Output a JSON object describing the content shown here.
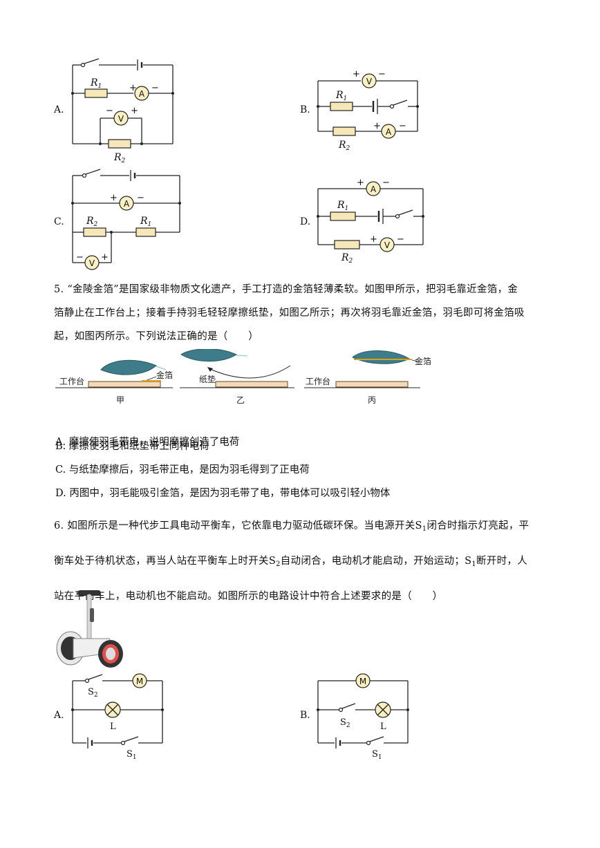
{
  "q4": {
    "options": [
      {
        "letter": "A.",
        "r1": "R",
        "r1sub": "1",
        "r2": "R",
        "r2sub": "2",
        "ammeter": "A",
        "voltmeter": "V"
      },
      {
        "letter": "B.",
        "r1": "R",
        "r1sub": "1",
        "r2": "R",
        "r2sub": "2",
        "ammeter": "A",
        "voltmeter": "V"
      },
      {
        "letter": "C.",
        "r1": "R",
        "r1sub": "1",
        "r2": "R",
        "r2sub": "2",
        "ammeter": "A",
        "voltmeter": "V"
      },
      {
        "letter": "D.",
        "r1": "R",
        "r1sub": "1",
        "r2": "R",
        "r2sub": "2",
        "ammeter": "A",
        "voltmeter": "V"
      }
    ],
    "plus": "+",
    "minus": "−"
  },
  "q5": {
    "line1": "5. “金陵金箔”是国家级非物质文化遗产，手工打造的金箔轻薄柔软。如图甲所示，把羽毛靠近金箔，金",
    "line2": "箔静止在工作台上；接着手持羽毛轻轻摩擦纸垫，如图乙所示；再次将羽毛靠近金箔，羽毛即可将金箔吸",
    "line3": "起，如图丙所示。下列说法正确的是（　　）",
    "figure": {
      "workbench": "工作台",
      "foil": "金箔",
      "pad": "纸垫",
      "cap_jia": "甲",
      "cap_yi": "乙",
      "cap_bing": "丙"
    },
    "options": [
      "A. 摩擦使羽毛带电，说明摩擦创造了电荷",
      "B. 摩擦使羽毛和纸垫带上同种电荷",
      "C. 与纸垫摩擦后，羽毛带正电，是因为羽毛得到了正电荷",
      "D. 丙图中，羽毛能吸引金箔，是因为羽毛带了电，带电体可以吸引轻小物体"
    ]
  },
  "q6": {
    "l1a": "6. 如图所示是一种代步工具电动平衡车，它依靠电力驱动低碳环保。当电源开关",
    "l1s": "S",
    "l1sub": "1",
    "l1b": "闭合时指示灯亮起，平",
    "l2a": "衡车处于待机状态，再当人站在平衡车上时开关",
    "l2s": "S",
    "l2sub": "2",
    "l2b": "自动闭合，电动机才能启动，开始运动；",
    "l2s2": "S",
    "l2sub2": "1",
    "l2c": "断开时，人",
    "line3": "站在平衡车上，电动机也不能启动。如图所示的电路设计中符合上述要求的是（　　）",
    "options": [
      {
        "letter": "A.",
        "motor": "M",
        "lamp": "L",
        "s1": "S",
        "s1sub": "1",
        "s2": "S",
        "s2sub": "2"
      },
      {
        "letter": "B.",
        "motor": "M",
        "lamp": "L",
        "s1": "S",
        "s1sub": "1",
        "s2": "S",
        "s2sub": "2"
      }
    ]
  }
}
